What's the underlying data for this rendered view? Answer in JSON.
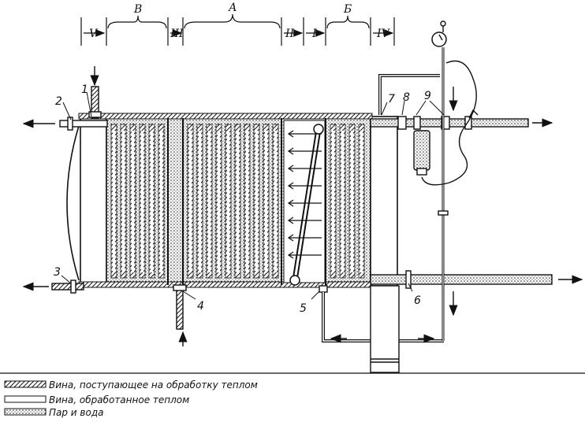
{
  "zones": {
    "V": "V",
    "B": "В",
    "III": "III",
    "A": "А",
    "II": "II",
    "I": "I",
    "Б": "Б",
    "IV": "IV"
  },
  "callouts": [
    "1",
    "2",
    "3",
    "4",
    "5",
    "6",
    "7",
    "8",
    "9"
  ],
  "legend": {
    "wine_in": "Вина, поступающее на обработку теплом",
    "wine_out": "Вина, обработанное теплом",
    "steam_water": "Пар и вода"
  }
}
